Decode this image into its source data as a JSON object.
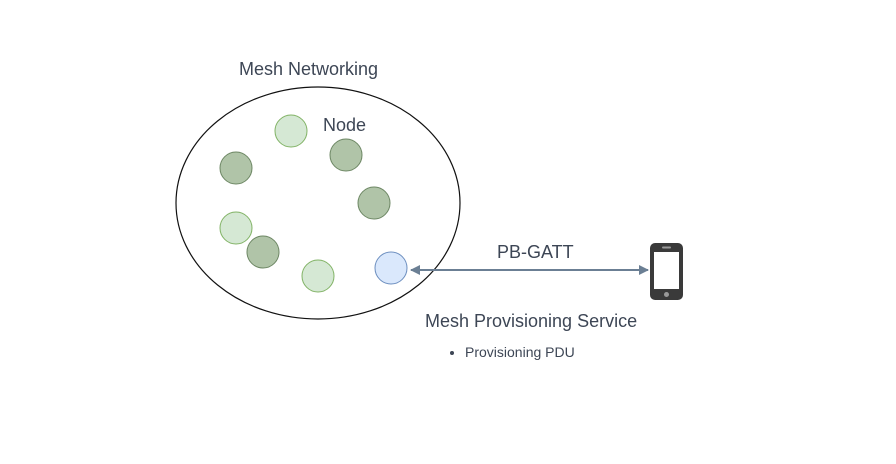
{
  "diagram": {
    "title": "Mesh Networking",
    "node_label": "Node",
    "link_label": "PB-GATT",
    "service": {
      "title": "Mesh Provisioning Service",
      "items": [
        "Provisioning PDU"
      ]
    },
    "colors": {
      "node_light": "#d5e8d4",
      "node_light_stroke": "#82b366",
      "node_dark": "#b0c4a8",
      "node_dark_stroke": "#6d8764",
      "provisioner_node": "#dae8fc",
      "provisioner_stroke": "#6c8ebf",
      "arrow": "#6b7f94",
      "phone": "#3a3a3a"
    }
  }
}
